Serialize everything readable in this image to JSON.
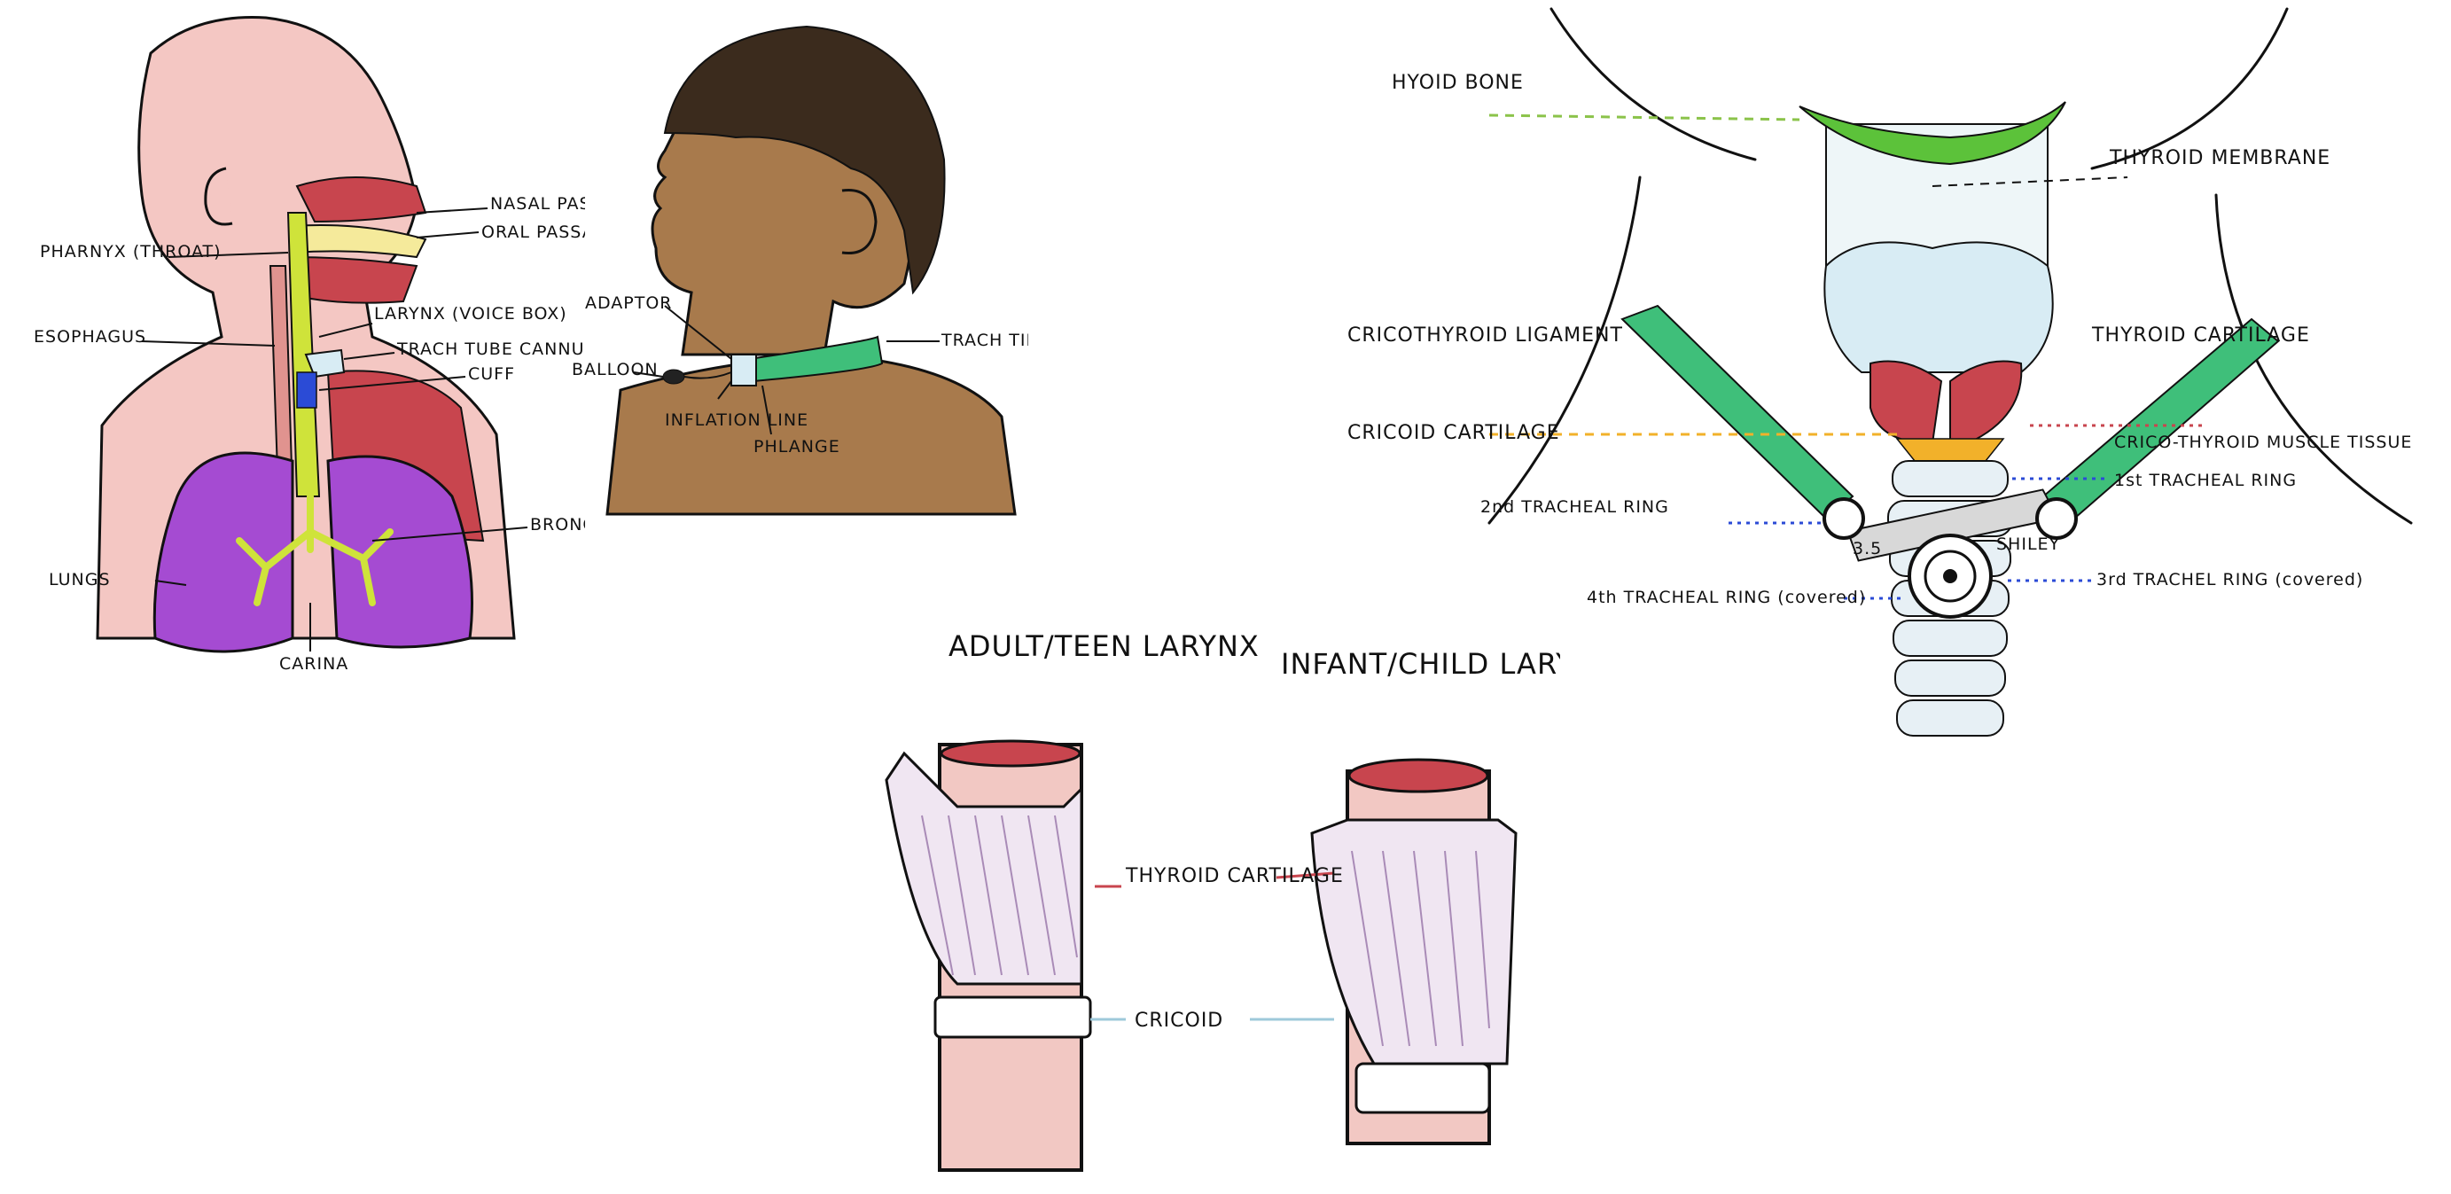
{
  "anatomy_panel": {
    "labels": {
      "nasal_passage": "NASAL PASSAGE",
      "oral_passage": "ORAL PASSAGE",
      "pharynx": "PHARNYX (THROAT)",
      "esophagus": "ESOPHAGUS",
      "larynx": "LARYNX (VOICE BOX)",
      "trach_tube_cannula": "TRACH TUBE CANNULA",
      "cuff": "CUFF",
      "lungs": "LUNGS",
      "bronchi": "BRONCHI",
      "carina": "CARINA"
    }
  },
  "profile_panel": {
    "labels": {
      "adaptor": "ADAPTOR",
      "balloon": "BALLOON",
      "inflation_line": "INFLATION LINE",
      "phlange": "PHLANGE",
      "trach_tie": "TRACH TIE"
    }
  },
  "neck_panel": {
    "labels": {
      "hyoid_bone": "HYOID BONE",
      "thyroid_membrane": "THYROID MEMBRANE",
      "cricothyroid_ligament": "CRICOTHYROID LIGAMENT",
      "thyroid_cartilage": "THYROID CARTILAGE",
      "cricoid_cartilage": "CRICOID CARTILAGE",
      "crico_thyroid_muscle_tissue": "CRICO-THYROID MUSCLE TISSUE",
      "tracheal_ring_2": "2nd TRACHEAL RING",
      "tracheal_ring_1": "1st TRACHEAL RING",
      "tracheal_ring_4": "4th TRACHEAL RING (covered)",
      "tracheal_ring_3": "3rd TRACHEL RING (covered)",
      "flange_size": "3.5",
      "flange_brand": "SHILEY"
    }
  },
  "larynx_panel": {
    "adult_title": "ADULT/TEEN LARYNX",
    "infant_title": "INFANT/CHILD LARYNX",
    "thyroid_cartilage": "THYROID CARTILAGE",
    "cricoid": "CRICOID"
  },
  "colors": {
    "skin_light": "#f4c7c3",
    "skin_dark": "#a87a4c",
    "hair": "#3b2b1d",
    "muscle": "#c8454e",
    "lungs": "#a54bd2",
    "airway": "#cfe33a",
    "trach_tie": "#3fbf7a",
    "hyoid": "#5cc23a",
    "thyroid": "#d8ecf4",
    "cricoid_line": "#f2b12a"
  }
}
